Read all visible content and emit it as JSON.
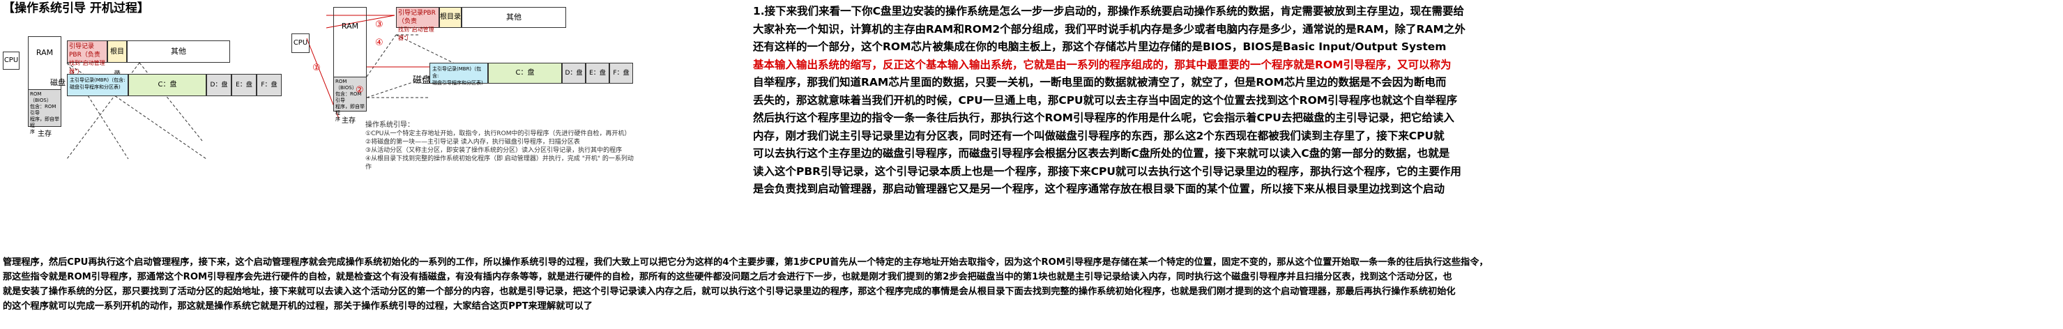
{
  "left": {
    "title": "【操作系统引导 开机过程】",
    "cpu": "CPU",
    "ram": "RAM",
    "rom_l1": "ROM（BIOS）",
    "rom_l2": "包含：ROM引导",
    "rom_l3": "程序，即自举程",
    "rom_l4": "序",
    "mem_label": "主存",
    "disk_label": "磁盘",
    "mbr_l1": "主引导记录(MBR)（包含:",
    "mbr_l2": "磁盘引导程序和分区表)",
    "c": "C：盘",
    "d": "D：盘",
    "e": "E：盘",
    "f": "F：盘",
    "pbr_l1": "引导记录PBR（负责",
    "pbr_l2": "找到\"启动管理器\"）",
    "root": "根目录",
    "other": "其他"
  },
  "mid": {
    "cpu": "CPU",
    "ram": "RAM",
    "rom_l1": "ROM（BIOS）",
    "rom_l2": "包含：ROM引导",
    "rom_l3": "程序，即自举程",
    "rom_l4": "序",
    "mem_label": "主存",
    "disk_label": "磁盘",
    "mbr_l1": "主引导记录(MBR)（包含:",
    "mbr_l2": "磁盘引导程序和分区表)",
    "c": "C：盘",
    "d": "D：盘",
    "e": "E：盘",
    "f": "F：盘",
    "pbr_l1": "引导记录PBR（负责",
    "pbr_l2": "找到\"启动管理器\"）",
    "root": "根目录",
    "other": "其他",
    "n1": "①",
    "n2": "②",
    "n3": "③",
    "n4": "④",
    "cap_title": "操作系统引导：",
    "cap1": "①CPU从一个特定主存地址开始，取指令，执行ROM中的引导程序（先进行硬件自检，再开机）",
    "cap2": "②将磁盘的第一块——主引导记录 读入内存，执行磁盘引导程序，扫描分区表",
    "cap3": "③从活动分区（又称主分区，即安装了操作系统的分区）读入分区引导记录，执行其中的程序",
    "cap4": "④从根目录下找到完整的操作系统初始化程序（即 启动管理器）并执行，完成 \"开机\" 的一系列动作"
  },
  "right": {
    "lines": [
      "1.接下来我们来看一下你C盘里边安装的操作系统是怎么一步一步启动的，那操作系统要启动操作系统的数据，肯定需要被放到主存里边，现在需要给",
      "大家补充一个知识，计算机的主存由RAM和ROM2个部分组成，我们平时说手机内存是多少或者电脑内存是多少，通常说的是RAM，除了RAM之外",
      "还有这样的一个部分，这个ROM芯片被集成在你的电脑主板上，那这个存储芯片里边存储的是BIOS，BIOS是Basic Input/Output System",
      "基本输入输出系统的缩写，反正这个基本输入输出系统，它就是由一系列的程序组成的，那其中最重要的一个程序就是ROM引导程序，又可以称为",
      "自举程序，那我们知道RAM芯片里面的数据，只要一关机，一断电里面的数据就被清空了，就空了，但是ROM芯片里边的数据是不会因为断电而",
      "丢失的，那这就意味着当我们开机的时候，CPU一旦通上电，那CPU就可以去主存当中固定的这个位置去找到这个ROM引导程序也就这个自举程序",
      "然后执行这个程序里边的指令一条一条往后执行，那执行这个ROM引导程序的作用是什么呢，它会指示着CPU去把磁盘的主引导记录，把它给读入",
      "内存，刚才我们说主引导记录里边有分区表，同时还有一个叫做磁盘引导程序的东西，那么这2个东西现在都被我们读到主存里了，接下来CPU就",
      "可以去执行这个主存里边的磁盘引导程序，而磁盘引导程序会根据分区表去判断C盘所处的位置，接下来就可以读入C盘的第一部分的数据，也就是",
      "读入这个PBR引导记录，这个引导记录本质上也是一个程序，那接下来CPU就可以去执行这个引导记录里边的程序，那执行这个程序，它的主要作用",
      "是会负责找到启动管理器，那启动管理器它又是另一个程序，这个程序通常存放在根目录下面的某个位置，所以接下来从根目录里边找到这个启动"
    ],
    "bottom": [
      "管理程序，然后CPU再执行这个启动管理程序，接下来，这个启动管理程序就会完成操作系统初始化的一系列的工作，所以操作系统引导的过程，我们大致上可以把它分为这样的4个主要步骤，第1步CPU首先从一个特定的主存地址开始去取指令，因为这个ROM引导程序是存储在某一个特定的位置，固定不变的，那从这个位置开始取一条一条的往后执行这些指令，",
      "那这些指令就是ROM引导程序，那通常这个ROM引导程序会先进行硬件的自检，就是检查这个有没有插磁盘，有没有插内存条等等，就是进行硬件的自检，那所有的这些硬件都没问题之后才会进行下一步，也就是刚才我们提到的第2步会把磁盘当中的第1块也就是主引导记录给读入内存，同时执行这个磁盘引导程序并且扫描分区表，找到这个活动分区，也",
      "就是安装了操作系统的分区，那只要找到了活动分区的起始地址，接下来就可以去读入这个活动分区的第一个部分的内容，也就是引导记录，把这个引导记录读入内存之后，就可以执行这个引导记录里边的程序，那这个程序完成的事情是会从根目录下面去找到完整的操作系统初始化程序，也就是我们刚才提到的这个启动管理器，那最后再执行操作系统初始化",
      "的这个程序就可以完成一系列开机的动作，那这就是操作系统它就是开机的过程，那关于操作系统引导的过程，大家结合这页PPT来理解就可以了"
    ]
  }
}
